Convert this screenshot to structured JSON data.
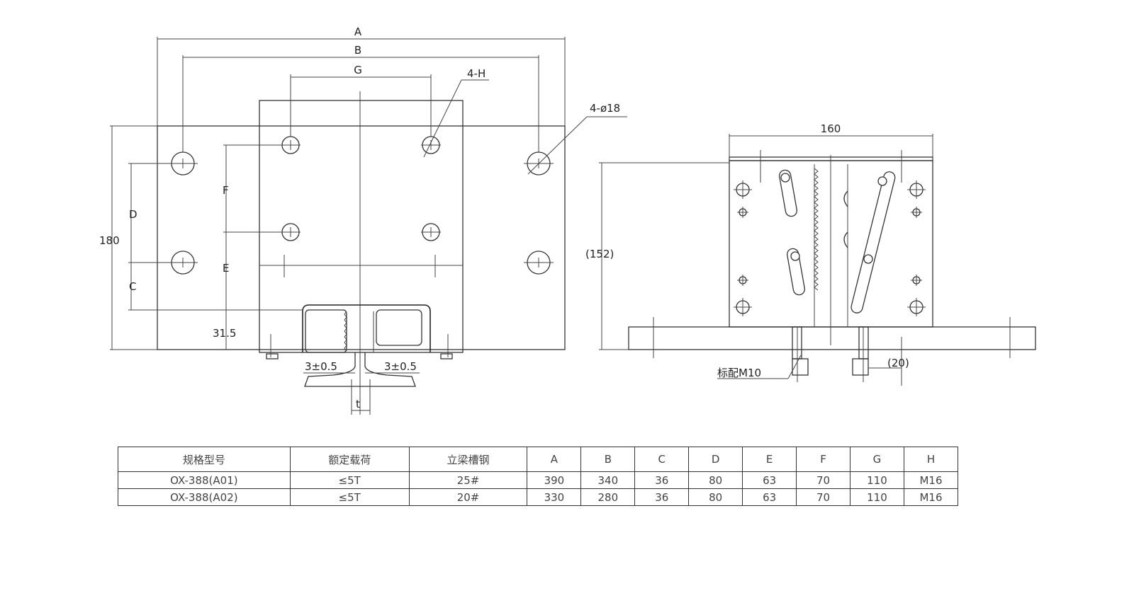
{
  "front_view": {
    "dim_A": "A",
    "dim_B": "B",
    "dim_G": "G",
    "dim_C": "C",
    "dim_D": "D",
    "dim_E": "E",
    "dim_F": "F",
    "dim_t": "t",
    "height_180": "180",
    "offset_31_5": "31.5",
    "gap_left": "3±0.5",
    "gap_right": "3±0.5",
    "holes_H": "4-H",
    "holes_18": "4-ø18"
  },
  "side_view": {
    "width_160": "160",
    "height_152": "(152)",
    "clearance_20": "(20)",
    "bolt_note": "标配M10"
  },
  "spec_table": {
    "headers": [
      "规格型号",
      "额定载荷",
      "立梁槽钢",
      "A",
      "B",
      "C",
      "D",
      "E",
      "F",
      "G",
      "H"
    ],
    "rows": [
      [
        "OX-388(A01)",
        "≤5T",
        "25#",
        "390",
        "340",
        "36",
        "80",
        "63",
        "70",
        "110",
        "M16"
      ],
      [
        "OX-388(A02)",
        "≤5T",
        "20#",
        "330",
        "280",
        "36",
        "80",
        "63",
        "70",
        "110",
        "M16"
      ]
    ]
  }
}
